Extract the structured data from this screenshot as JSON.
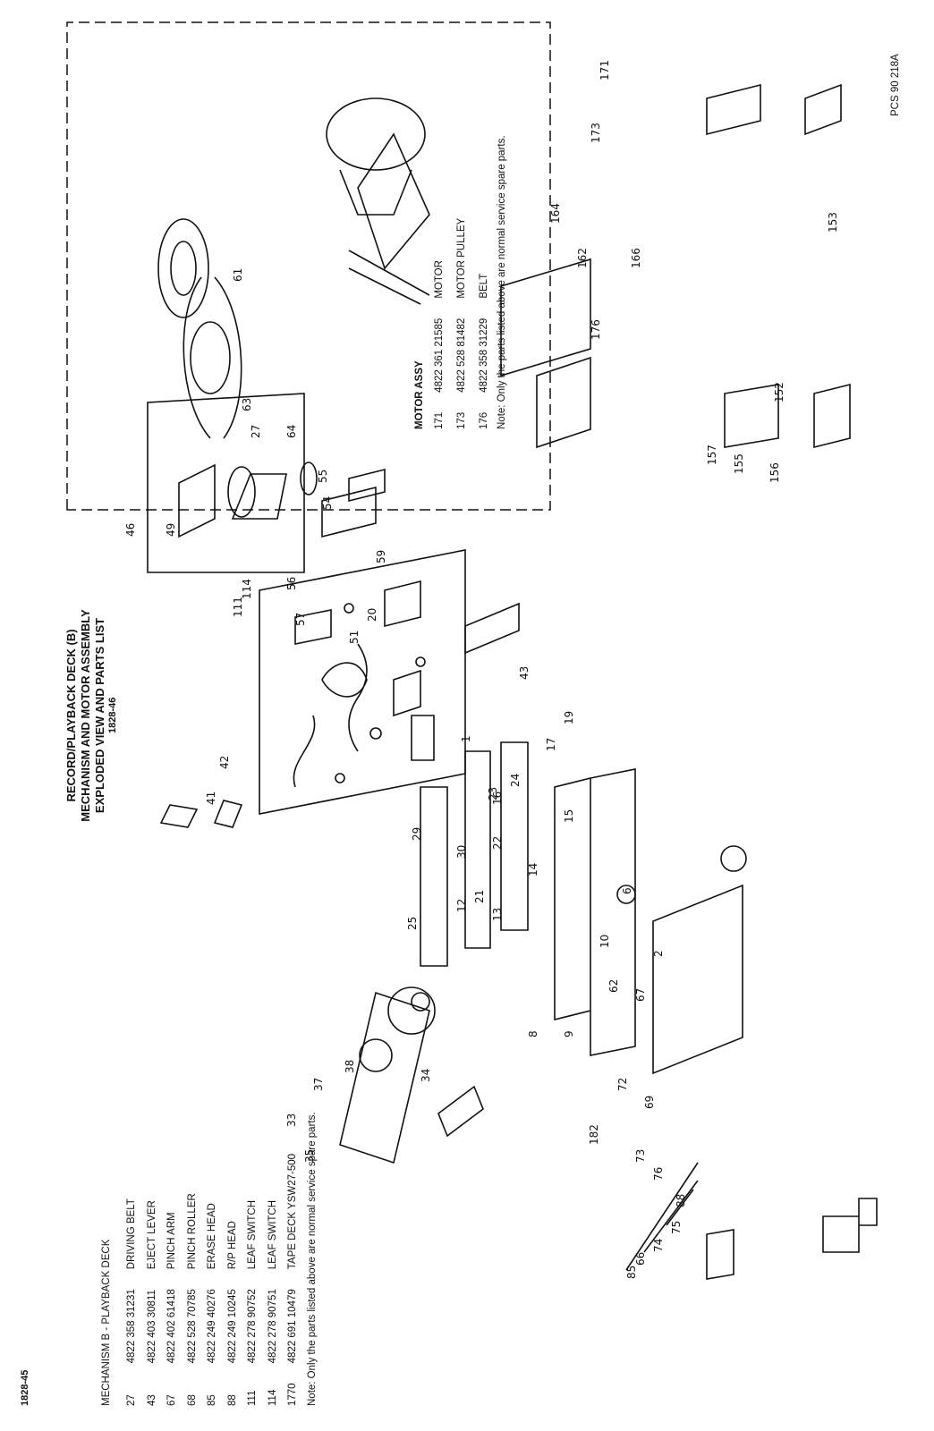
{
  "page_numbers": {
    "left": "1828-45",
    "center": "1828-46"
  },
  "title": {
    "line1": "RECORD/PLAYBACK DECK (B)",
    "line2": "MECHANISM AND MOTOR ASSEMBLY",
    "line3": "EXPLODED VIEW AND PARTS LIST"
  },
  "mechanism_list": {
    "heading": "MECHANISM B - PLAYBACK DECK",
    "rows": [
      {
        "ref": "27",
        "code": "4822 358 31231",
        "desc": "DRIVING BELT"
      },
      {
        "ref": "43",
        "code": "4822 403 30811",
        "desc": "EJECT LEVER"
      },
      {
        "ref": "67",
        "code": "4822 402 61418",
        "desc": "PINCH ARM"
      },
      {
        "ref": "68",
        "code": "4822 528 70785",
        "desc": "PINCH ROLLER"
      },
      {
        "ref": "85",
        "code": "4822 249 40276",
        "desc": "ERASE HEAD"
      },
      {
        "ref": "88",
        "code": "4822 249 10245",
        "desc": "R/P HEAD"
      },
      {
        "ref": "111",
        "code": "4822 278 90752",
        "desc": "LEAF SWITCH"
      },
      {
        "ref": "114",
        "code": "4822 278 90751",
        "desc": "LEAF SWITCH"
      },
      {
        "ref": "1770",
        "code": "4822 691 10479",
        "desc": "TAPE DECK YSW27-500"
      }
    ],
    "note": "Note: Only the parts listed above are normal service spare parts."
  },
  "motor_list": {
    "heading": "MOTOR ASSY",
    "rows": [
      {
        "ref": "171",
        "code": "4822 361 21585",
        "desc": "MOTOR"
      },
      {
        "ref": "173",
        "code": "4822 528 81482",
        "desc": "MOTOR PULLEY"
      },
      {
        "ref": "176",
        "code": "4822 358 31229",
        "desc": "BELT"
      }
    ],
    "note": "Note: Only the parts listed above are normal service spare parts."
  },
  "drawing_code": "PCS 90 218A",
  "callouts": [
    "1",
    "2",
    "6",
    "8",
    "9",
    "10",
    "12",
    "13",
    "14",
    "15",
    "16",
    "17",
    "19",
    "20",
    "21",
    "22",
    "23",
    "24",
    "25",
    "27",
    "29",
    "30",
    "33",
    "34",
    "35",
    "37",
    "38",
    "41",
    "42",
    "43",
    "46",
    "49",
    "51",
    "54",
    "55",
    "56",
    "57",
    "59",
    "61",
    "62",
    "63",
    "64",
    "66",
    "67",
    "69",
    "72",
    "73",
    "74",
    "75",
    "76",
    "85",
    "88",
    "111",
    "114",
    "152",
    "153",
    "155",
    "156",
    "157",
    "162",
    "164",
    "166",
    "171",
    "173",
    "176",
    "182"
  ]
}
